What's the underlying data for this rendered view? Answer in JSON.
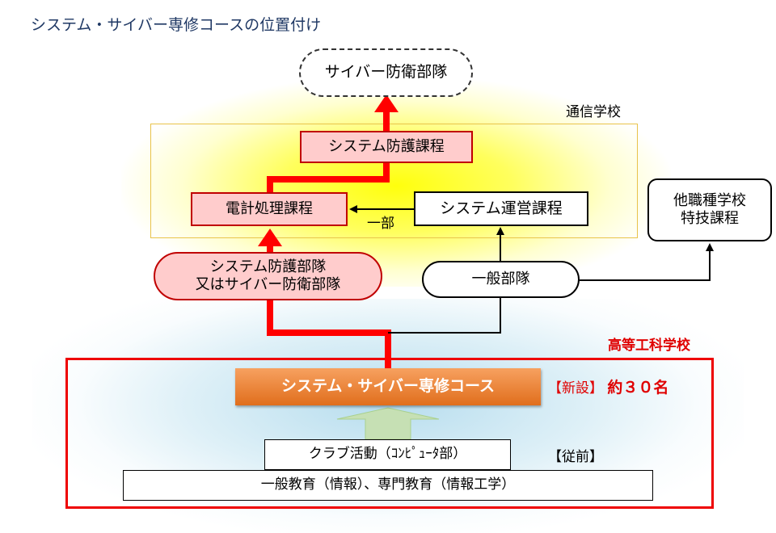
{
  "title": "システム・サイバー専修コースの位置付け",
  "nodes": {
    "cyber_unit": "サイバー防衛部隊",
    "comm_school": "通信学校",
    "sys_protect_course": "システム防護課程",
    "comp_course": "電計処理課程",
    "partial": "一部",
    "sys_ops_course": "システム運営課程",
    "other_school_line1": "他職種学校",
    "other_school_line2": "特技課程",
    "protect_unit_line1": "システム防護部隊",
    "protect_unit_line2": "又はサイバー防衛部隊",
    "general_unit": "一般部隊",
    "tech_school": "高等工科学校",
    "cyber_course": "システム・サイバー専修コース",
    "new_tag": "【新設】",
    "quota": "約３０名",
    "club": "クラブ活動（ｺﾝﾋﾟｭｰﾀ部）",
    "prev_tag": "【従前】",
    "general_edu": "一般教育（情報）、専門教育（情報工学）"
  },
  "colors": {
    "red_line": "#ff0000",
    "pink_fill": "#ffcccc",
    "orange_fill": "#e9762b",
    "green_arrow": "#c6e0b4",
    "title": "#1f3864"
  }
}
